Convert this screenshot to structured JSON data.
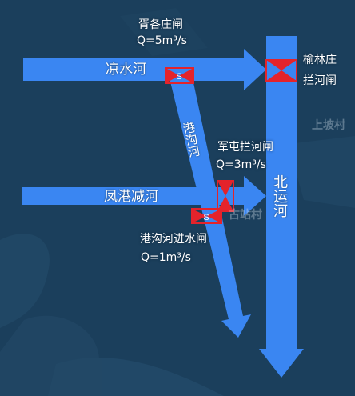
{
  "colors": {
    "background": "#1b3f5c",
    "river": "#3a86f2",
    "gate": "#e4232b"
  },
  "rivers": {
    "liangshui": "凉水河",
    "fenggang": "凤港减河",
    "gangou": "港沟河",
    "beiyun": "北运河"
  },
  "gates": [
    {
      "id": "xuge",
      "name": "胥各庄闸",
      "flow": "Q=5m³/s",
      "icon": "gate-symbol"
    },
    {
      "id": "yulin",
      "name": "榆林庄拦河闸",
      "flow": "",
      "icon": "gate-symbol"
    },
    {
      "id": "juntun",
      "name": "军屯拦河闸",
      "flow": "Q=3m³/s",
      "icon": "gate-symbol"
    },
    {
      "id": "gangou",
      "name": "港沟河进水闸",
      "flow": "Q=1m³/s",
      "icon": "gate-symbol"
    }
  ],
  "yulin_label_lines": [
    "榆林庄",
    "拦河闸"
  ],
  "background_labels": [
    "上坡村",
    "古站村"
  ]
}
